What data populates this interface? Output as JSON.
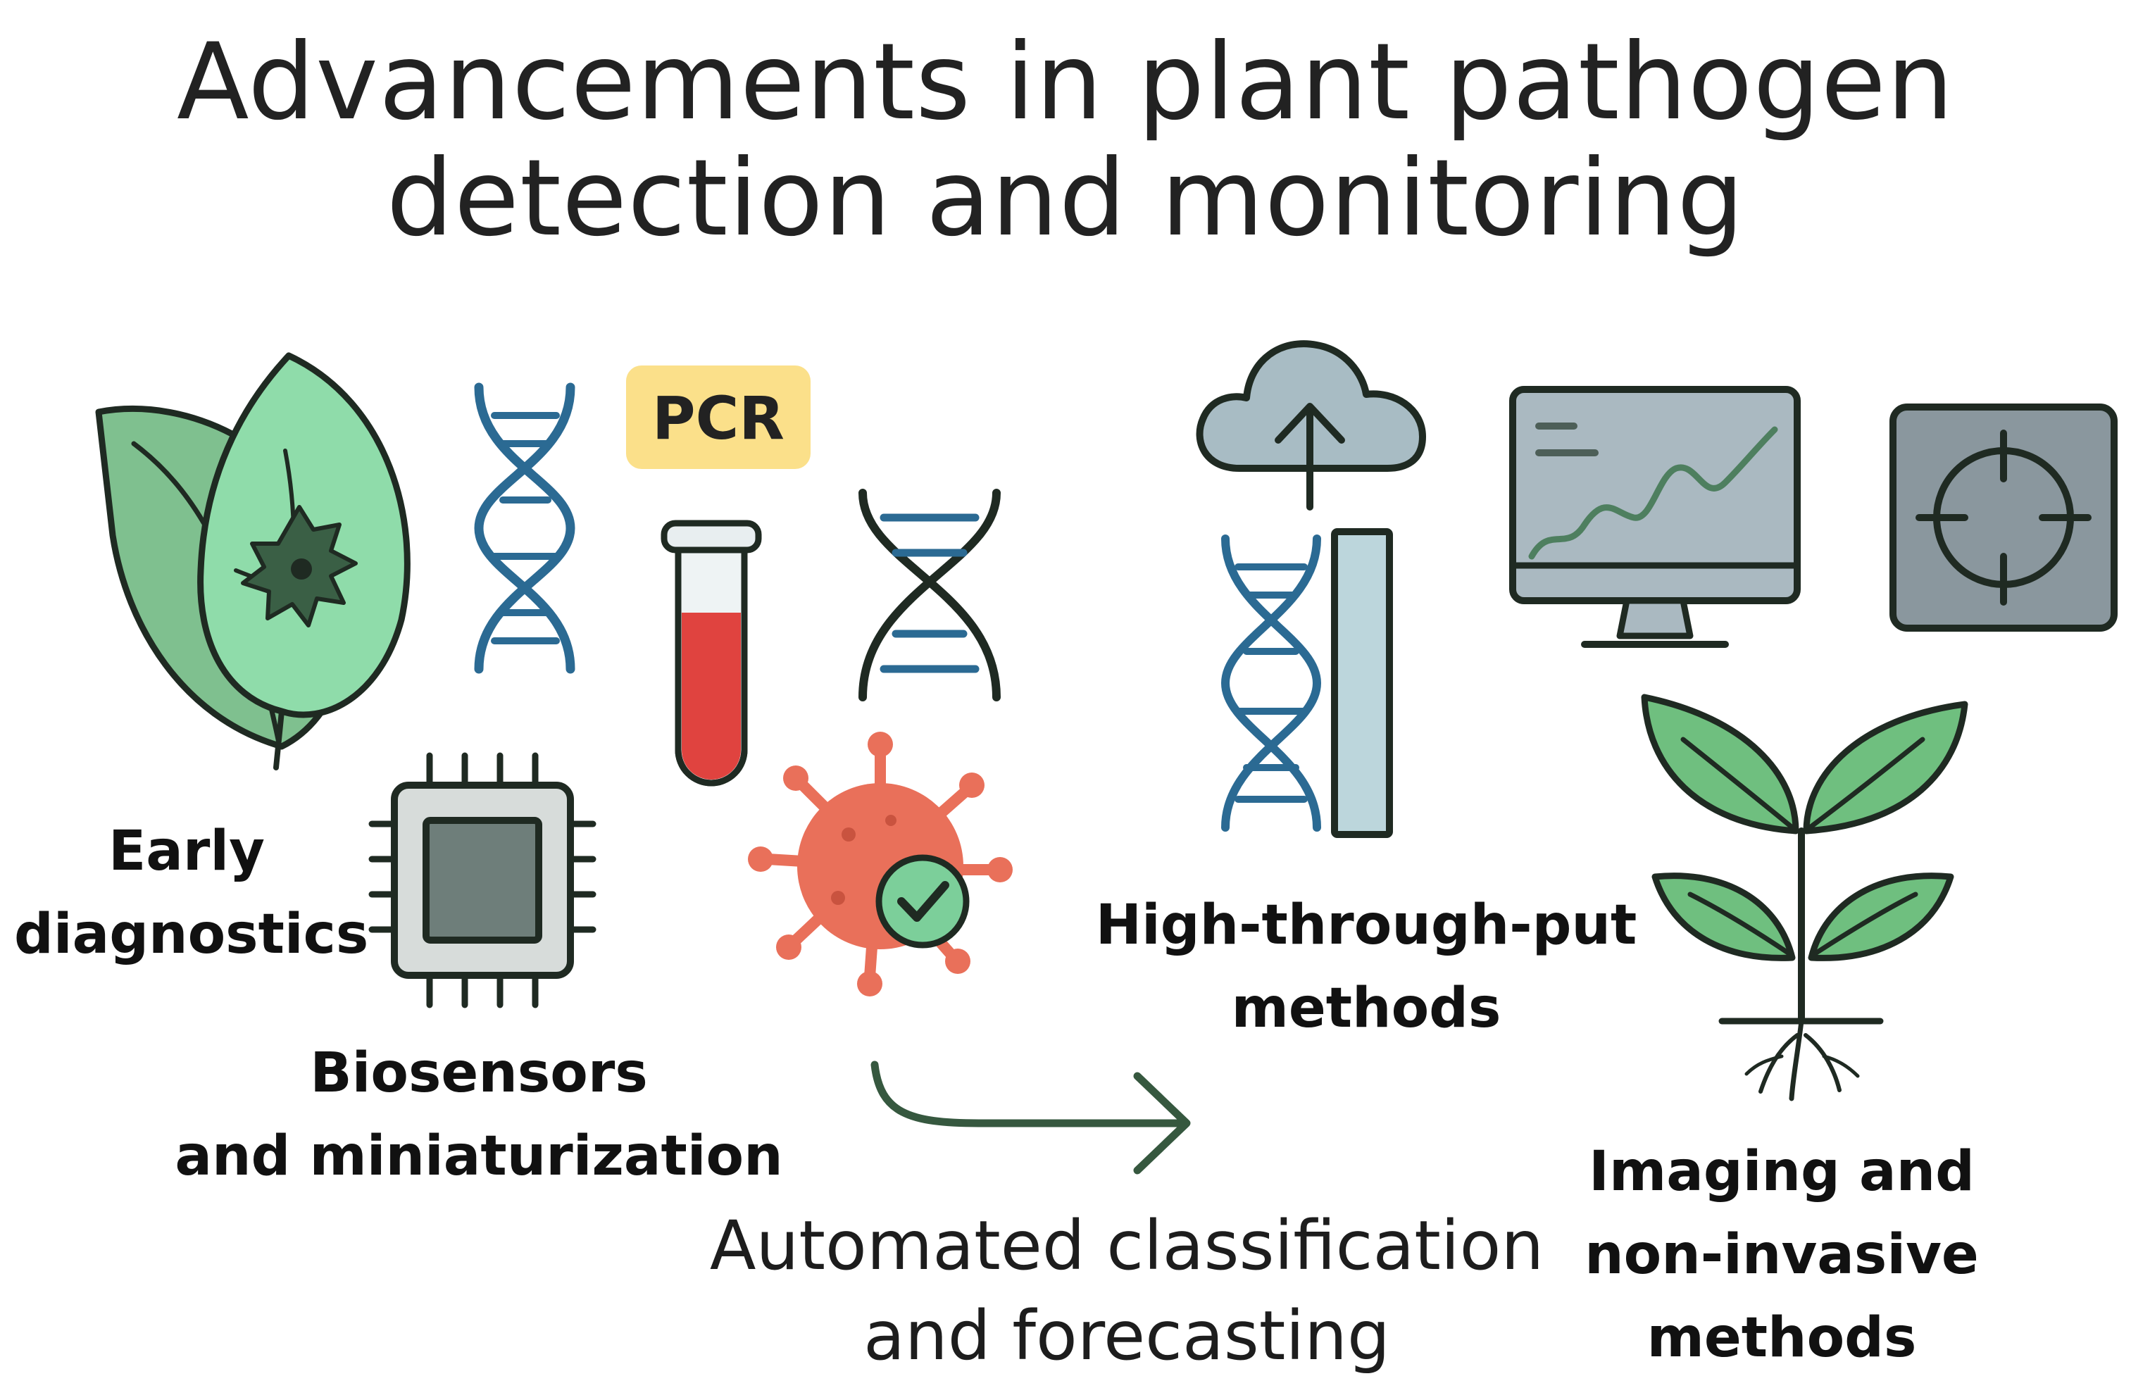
{
  "title": {
    "line1": "Advancements in plant pathogen",
    "line2": "detection and monitoring"
  },
  "labels": {
    "early_diagnostics": {
      "line1": "Early",
      "line2": "diagnostics"
    },
    "biosensors": {
      "line1": "Biosensors",
      "line2": "and miniaturization"
    },
    "automated": {
      "line1": "Automated classification",
      "line2": "and forecasting"
    },
    "high_throughput": {
      "line1": "High-through-put",
      "line2": "methods"
    },
    "imaging": {
      "line1": "Imaging and",
      "line2": "non-invasive",
      "line3": "methods"
    }
  },
  "pcr_badge": "PCR",
  "colors": {
    "leaf_green": "#7fc08f",
    "infected_leaf": "#8fdcaa",
    "pathogen_dark": "#3a5f45",
    "dna_blue": "#2b6a93",
    "tube_red": "#e0433f",
    "pcr_yellow": "#fbe08a",
    "virus_orange": "#e9705a",
    "check_green": "#7ccf9a",
    "arrow_green": "#36583f",
    "cloud_grey": "#a8bcc4",
    "monitor_grey": "#aab9c1",
    "scanner_grey": "#8a979e",
    "chip_grey": "#d7dcda",
    "plant_green": "#6fbf7f"
  },
  "icons": [
    "infected-leaf-icon",
    "dna-helix-icon",
    "pcr-badge",
    "test-tube-icon",
    "dna-helix-icon",
    "microchip-icon",
    "virus-check-icon",
    "arrow-right-icon",
    "cloud-upload-icon",
    "dna-sequencing-icon",
    "monitor-chart-icon",
    "crosshair-scanner-icon",
    "plant-seedling-icon"
  ]
}
